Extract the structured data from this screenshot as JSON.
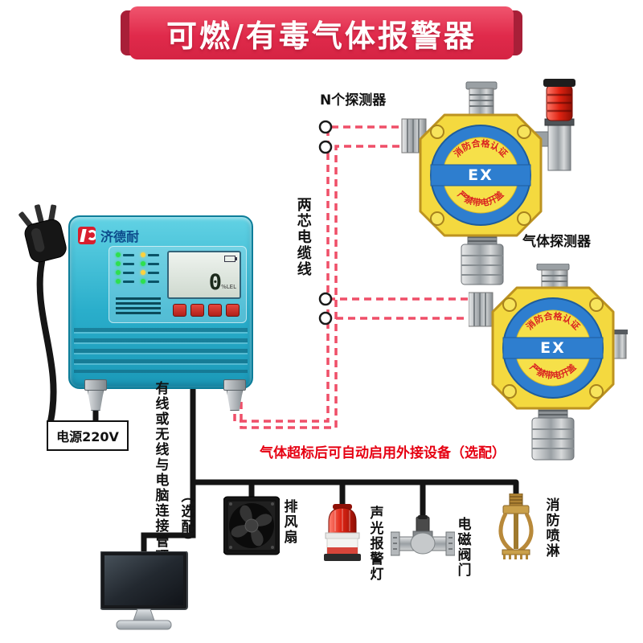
{
  "banner": {
    "title": "可燃/有毒气体报警器"
  },
  "controller": {
    "brand": "济德耐",
    "lcd_value": "0",
    "lcd_unit": "%LEL"
  },
  "power": {
    "label": "电源220V"
  },
  "annotations": {
    "n_detectors": "N个探测器",
    "two_core_cable": "两芯电缆线",
    "gas_detector": "气体探测器",
    "auto_external": "气体超标后可自动启用外接设备（选配）",
    "pc_link": "有线或无线与电脑连接管理",
    "pc_link_optional": "（选配）"
  },
  "detector_badge": {
    "ex": "EX",
    "cert_top": "消防合格认证",
    "cert_bottom": "严禁带电开盖"
  },
  "external_devices": [
    {
      "name": "exhaust-fan",
      "label": "排风扇"
    },
    {
      "name": "sound-light-alarm",
      "label": "声光报警灯"
    },
    {
      "name": "solenoid-valve",
      "label": "电磁阀门"
    },
    {
      "name": "fire-sprinkler",
      "label": "消防喷淋"
    }
  ],
  "colors": {
    "banner_red": "#e02a4b",
    "banner_dark_red": "#a81f38",
    "note_red": "#e60012",
    "cable_pink": "#ef4f68",
    "controller_blue": "#2aaecb",
    "detector_yellow": "#f4d93f",
    "detector_blue": "#2e7ecf",
    "wire_black": "#141414"
  }
}
